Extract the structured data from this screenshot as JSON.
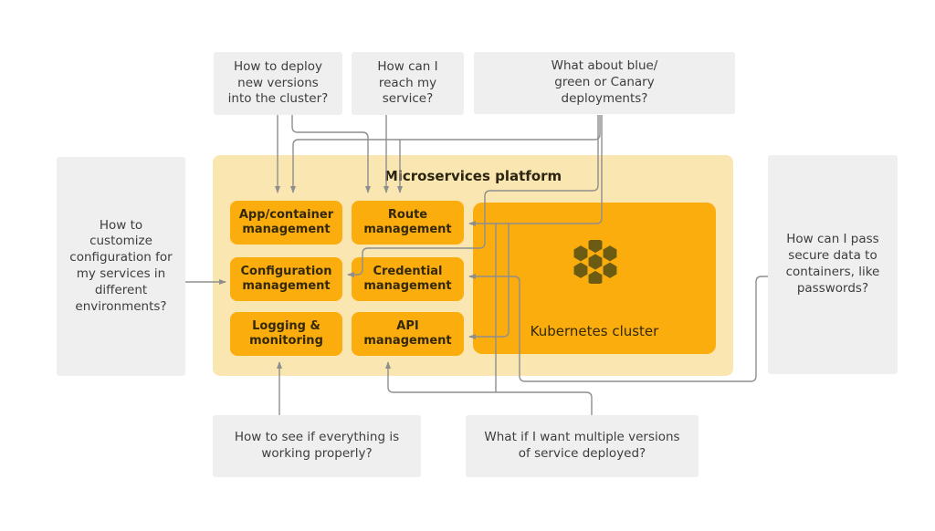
{
  "diagram": {
    "platform_title": "Microservices platform",
    "cluster": {
      "label": "Kubernetes cluster",
      "icon": "honeycomb-icon"
    },
    "components": {
      "app_container": "App/container\nmanagement",
      "route": "Route\nmanagement",
      "configuration": "Configuration\nmanagement",
      "credential": "Credential\nmanagement",
      "logging": "Logging &\nmonitoring",
      "api": "API\nmanagement"
    },
    "questions": {
      "deploy": "How to deploy\nnew versions\ninto the cluster?",
      "reach": "How can I\nreach my\nservice?",
      "blue_green": "What about blue/\ngreen or Canary\ndeployments?",
      "customize": "How to\ncustomize\nconfiguration for\nmy services in\ndifferent\nenvironments?",
      "secure_data": "How can I pass\nsecure data to\ncontainers, like\npasswords?",
      "monitoring": "How to see if everything is\nworking properly?",
      "multiple_versions": "What if I want multiple versions\nof service deployed?"
    },
    "connections": [
      "deploy -> app_container",
      "deploy -> route",
      "reach -> route",
      "blue_green -> app_container",
      "blue_green -> route",
      "blue_green -> configuration",
      "customize -> configuration",
      "secure_data -> credential",
      "monitoring -> logging",
      "multiple_versions -> api",
      "multiple_versions -> route"
    ]
  },
  "colors": {
    "background": "#ffffff",
    "question_box": "#efefef",
    "question_text": "#3d3d3d",
    "platform_bg": "#fae6b0",
    "component_orange": "#fbad0e",
    "component_text": "#33290a",
    "connector_line": "#8e8e8e",
    "honeycomb": "#6c5c13"
  }
}
